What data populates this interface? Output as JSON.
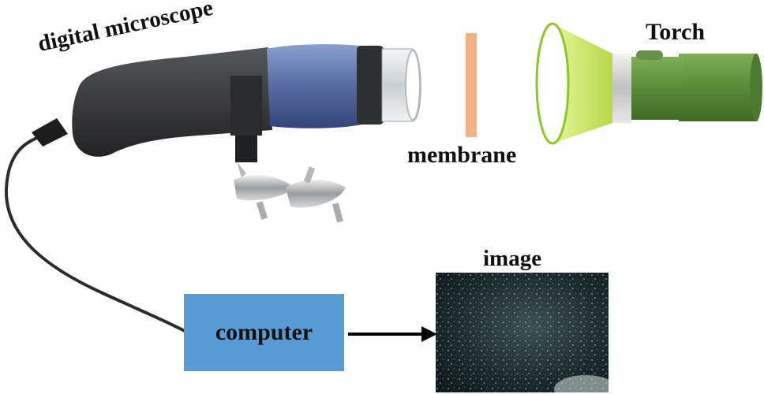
{
  "labels": {
    "microscope": "digital microscope",
    "torch": "Torch",
    "membrane": "membrane",
    "computer": "computer",
    "image": "image"
  },
  "colors": {
    "background": "#ffffff",
    "microscope_body": "#3a3b3d",
    "microscope_grip": "#5a6fa6",
    "lens_glass": "#e8ecef",
    "clip_metal": "#b9bcbf",
    "cable": "#2c2c2c",
    "membrane": "#f4b183",
    "torch_head": "#c7e56a",
    "torch_rim": "#8ac926",
    "torch_band": "#d9dad8",
    "torch_body": "#5a8a3a",
    "computer_box": "#5b9bd5",
    "arrow": "#000000",
    "sample_image_dark": "#1b2a2e"
  },
  "icons": [
    "digital-microscope-illustration",
    "torch-illustration",
    "membrane-bar",
    "arrow-right",
    "microscope-image-photo"
  ]
}
